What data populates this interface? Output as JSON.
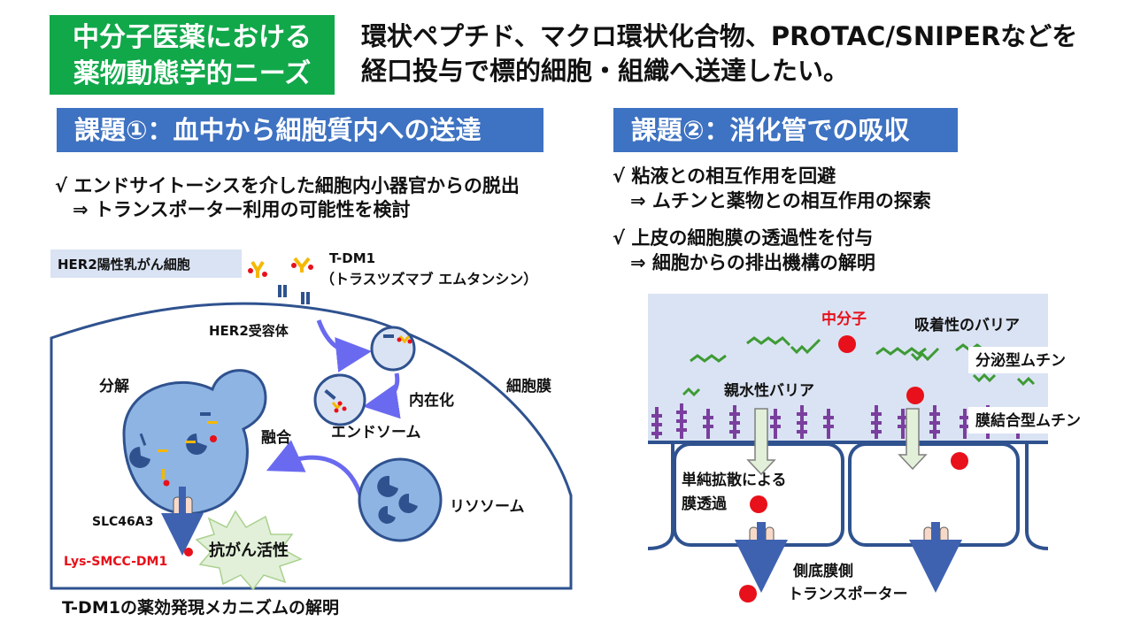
{
  "header": {
    "title_line1": "中分子医薬における",
    "title_line2": "薬物動態学的ニーズ",
    "headline_line1": "環状ペプチド、マクロ環状化合物、PROTAC/SNIPERなどを",
    "headline_line2": "経口投与で標的細胞・組織へ送達したい。"
  },
  "issue1": {
    "title": "課題①：血中から細胞質内への送達",
    "bullet1": "√ エンドサイトーシスを介した細胞内小器官からの脱出",
    "bullet1_sub": "⇒ トランスポーター利用の可能性を検討",
    "cell_type": "HER2陽性乳がん細胞",
    "drug_name": "T-DM1",
    "drug_full": "（トラスツズマブ エムタンシン）",
    "receptor": "HER2受容体",
    "internalization": "内在化",
    "membrane": "細胞膜",
    "endosome": "エンドソーム",
    "fusion": "融合",
    "degradation": "分解",
    "lysosome": "リソソーム",
    "transporter": "SLC46A3",
    "metabolite": "Lys-SMCC-DM1",
    "activity": "抗がん活性",
    "caption": "T-DM1の薬効発現メカニズムの解明"
  },
  "issue2": {
    "title": "課題②：消化管での吸収",
    "bullet1": "√ 粘液との相互作用を回避",
    "bullet1_sub": "⇒ ムチンと薬物との相互作用の探索",
    "bullet2": "√ 上皮の細胞膜の透過性を付与",
    "bullet2_sub": "⇒ 細胞からの排出機構の解明",
    "mid_molecule": "中分子",
    "adsorptive_barrier": "吸着性のバリア",
    "secreted_mucin": "分泌型ムチン",
    "hydrophilic_barrier": "親水性バリア",
    "membrane_mucin": "膜結合型ムチン",
    "passive_line1": "単純拡散による",
    "passive_line2": "膜透過",
    "basolateral_line1": "側底膜側",
    "basolateral_line2": "トランスポーター"
  },
  "colors": {
    "green": "#11a84a",
    "blue_header": "#3e72c2",
    "cell_outline": "#2f528f",
    "lysosome_fill": "#8eb4e3",
    "arrow": "#6a6af0",
    "red_dot": "#e8101a",
    "mucus_fill": "#dae3f3",
    "mucin_green": "#3d9b35",
    "mucin_purple": "#7a3f9e"
  }
}
